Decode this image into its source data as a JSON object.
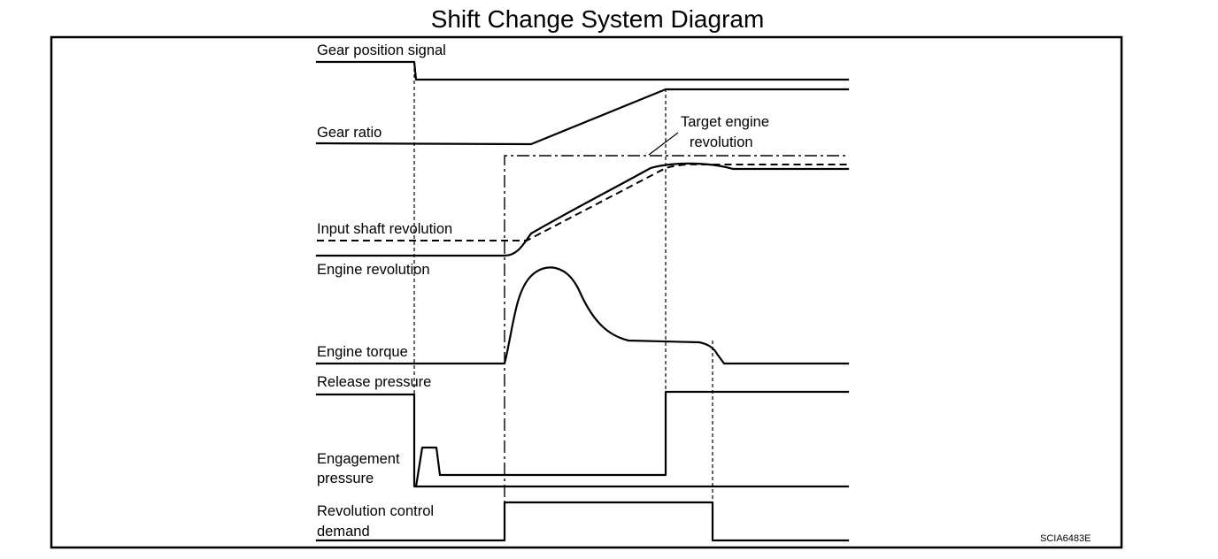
{
  "title": "Shift Change System Diagram",
  "labels": {
    "gear_position_signal": "Gear position signal",
    "gear_ratio": "Gear ratio",
    "target_engine_line1": "Target engine",
    "target_engine_line2": "revolution",
    "input_shaft_revolution": "Input shaft revolution",
    "engine_revolution": "Engine revolution",
    "engine_torque": "Engine torque",
    "release_pressure": "Release pressure",
    "engagement_pressure_line1": "Engagement",
    "engagement_pressure_line2": "pressure",
    "revolution_control_line1": "Revolution control",
    "revolution_control_line2": "demand"
  },
  "figure_code": "SCIA6483E"
}
